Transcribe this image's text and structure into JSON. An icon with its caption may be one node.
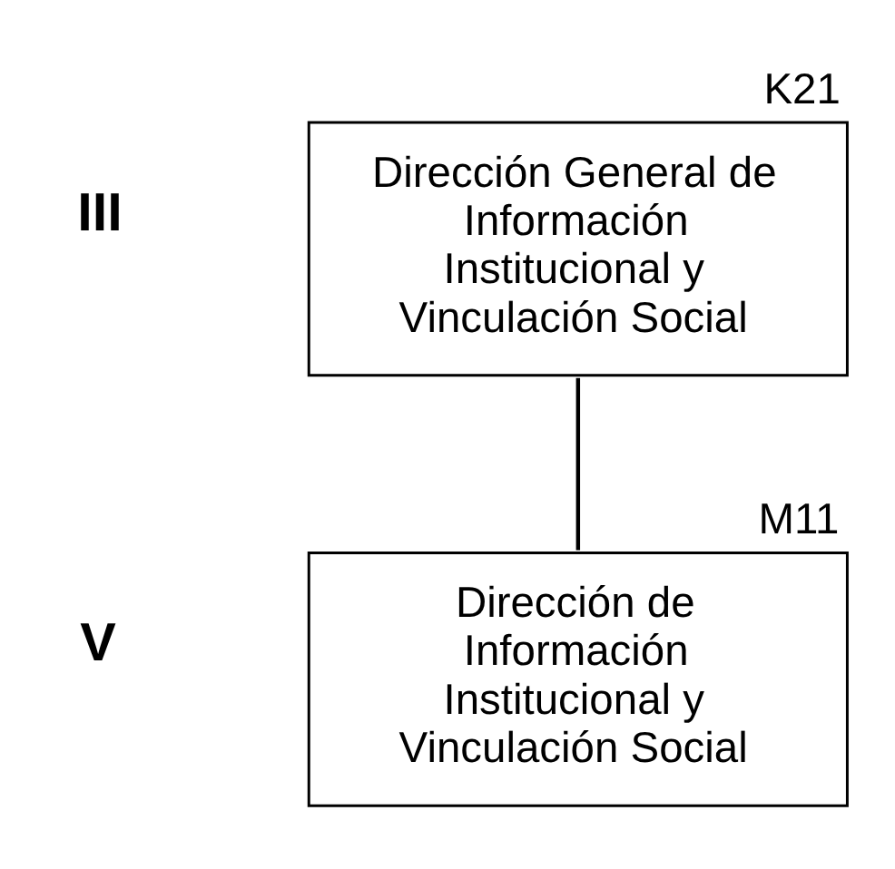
{
  "diagram": {
    "nodes": [
      {
        "text": [
          "Dirección General de Información Institucional y Vinculación Social"
        ],
        "beside": [
          "K21"
        ]
      },
      {
        "text": [
          "Dirección de Información Institucional y Vinculación Social"
        ],
        "beside": [
          "M11"
        ]
      }
    ],
    "edges": [
      {
        "from": 0,
        "to": 1,
        "arrow": "none"
      }
    ],
    "labels": [
      "III",
      "V"
    ]
  }
}
